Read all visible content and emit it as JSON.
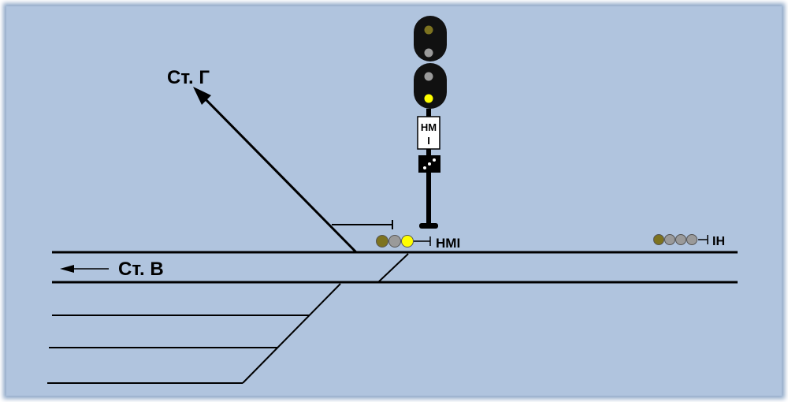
{
  "colors": {
    "background": "#b0c4de",
    "track": "#000000",
    "lamp_olive": "#7d7320",
    "lamp_gray": "#9a9a9a",
    "lamp_yellow": "#ffff00",
    "signal_head": "#111111"
  },
  "labels": {
    "station_g": "Ст. Г",
    "station_v": "Ст. В",
    "signal_nmi": "НМI",
    "signal_in": "IН",
    "plate_top": "НМ",
    "plate_bottom": "I"
  },
  "signal_mast": {
    "upper_head_lamps": [
      "olive",
      "gray"
    ],
    "lower_head_lamps": [
      "gray",
      "yellow"
    ]
  },
  "dwarf_signals": {
    "nmi_lamps": [
      "olive",
      "gray",
      "yellow"
    ],
    "in_lamps": [
      "olive",
      "gray",
      "gray",
      "gray"
    ]
  }
}
